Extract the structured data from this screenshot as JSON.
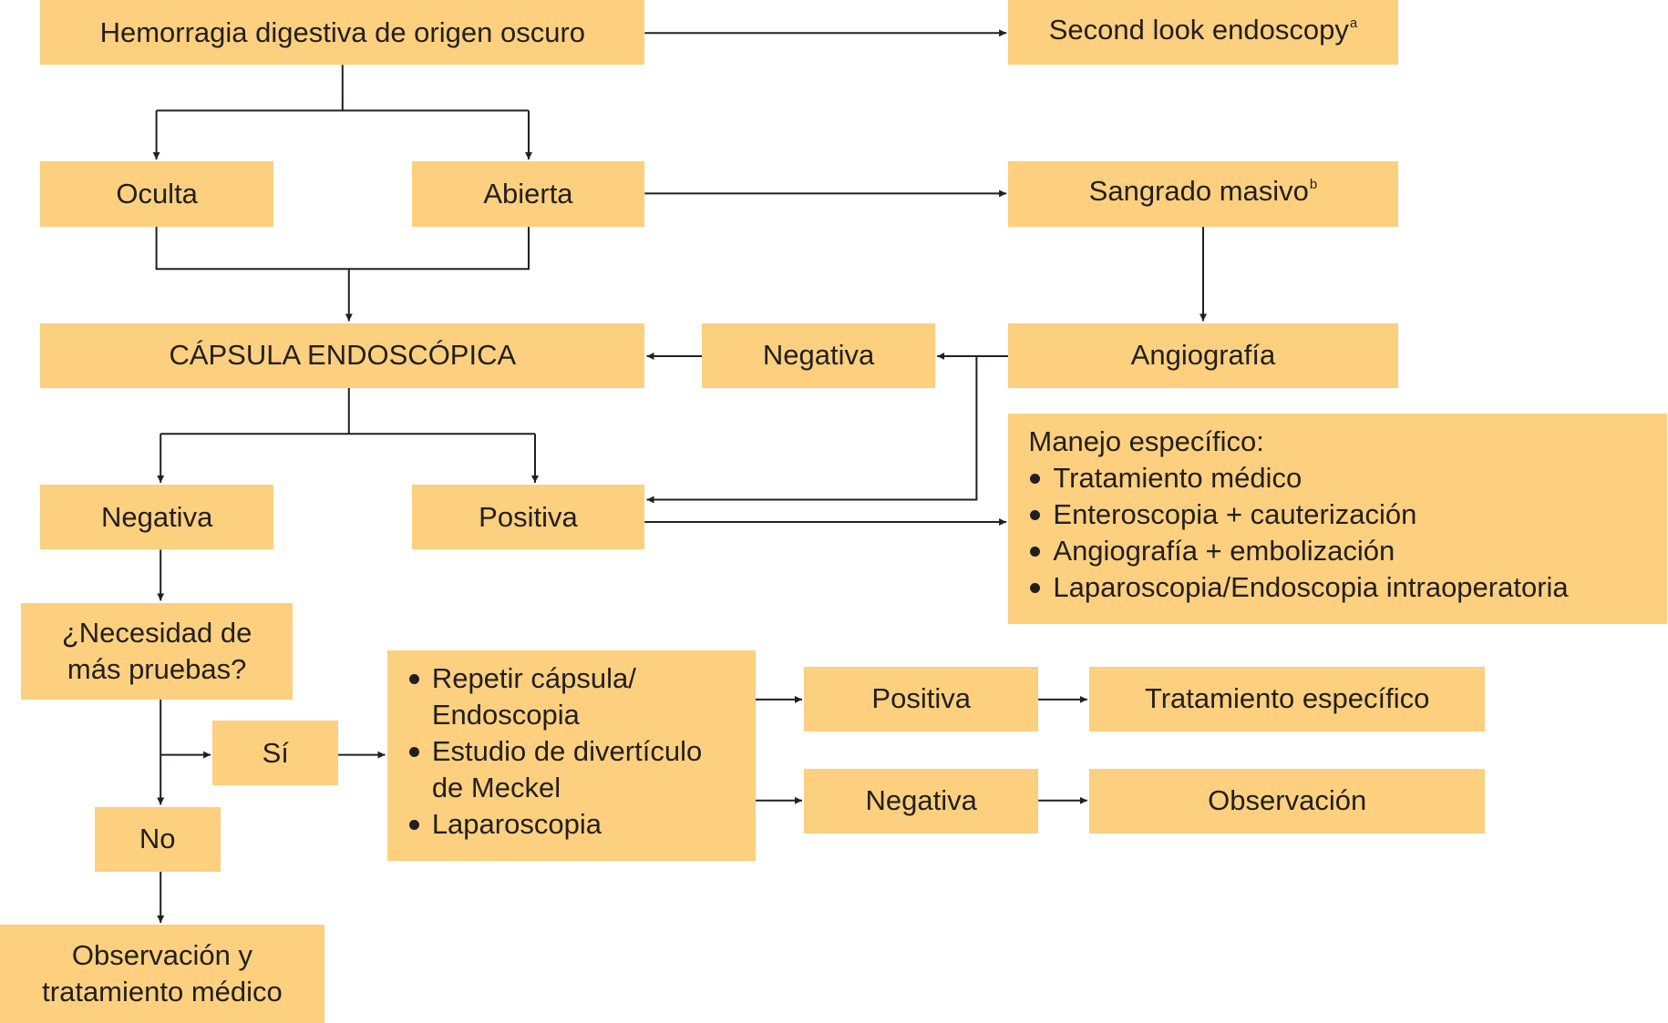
{
  "colors": {
    "box_fill": "#fcd07e",
    "line": "#231f20",
    "text": "#231f20"
  },
  "nodes": {
    "origen": {
      "label": "Hemorragia digestiva de origen oscuro"
    },
    "second_look": {
      "label": "Second look endoscopy",
      "sup": "a"
    },
    "oculta": {
      "label": "Oculta"
    },
    "abierta": {
      "label": "Abierta"
    },
    "sangrado_masivo": {
      "label": "Sangrado masivo",
      "sup": "b"
    },
    "capsula": {
      "label": "CÁPSULA ENDOSCÓPICA"
    },
    "negativa_angio": {
      "label": "Negativa"
    },
    "angiografia": {
      "label": "Angiografía"
    },
    "manejo": {
      "title": "Manejo específico:",
      "items": [
        "Tratamiento médico",
        "Enteroscopia + cauterización",
        "Angiografía + embolización",
        "Laparoscopia/Endoscopia intraoperatoria"
      ]
    },
    "negativa_capsula": {
      "label": "Negativa"
    },
    "positiva_capsula": {
      "label": "Positiva"
    },
    "necesidad": {
      "label": "¿Necesidad de\nmás pruebas?"
    },
    "si": {
      "label": "Sí"
    },
    "no": {
      "label": "No"
    },
    "pruebas": {
      "items": [
        "Repetir cápsula/\nEndoscopia",
        "Estudio de divertículo\nde Meckel",
        "Laparoscopia"
      ]
    },
    "positiva_pruebas": {
      "label": "Positiva"
    },
    "negativa_pruebas": {
      "label": "Negativa"
    },
    "tratamiento_especifico": {
      "label": "Tratamiento específico"
    },
    "observacion": {
      "label": "Observación"
    },
    "observacion_tratamiento": {
      "label": "Observación y\ntratamiento médico"
    }
  }
}
